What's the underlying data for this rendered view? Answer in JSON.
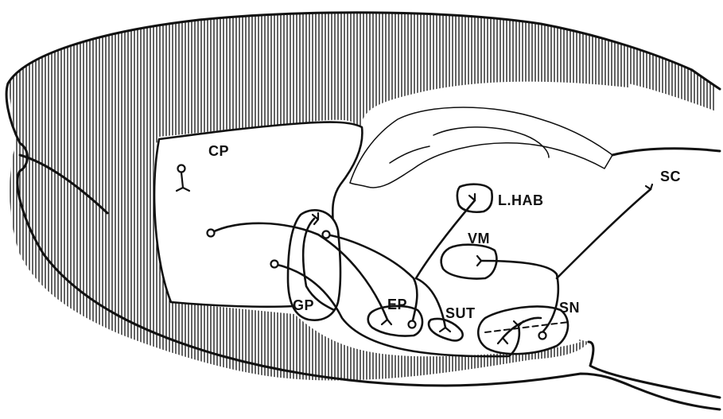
{
  "figure": {
    "labels": {
      "cp": "CP",
      "gp": "GP",
      "ep": "EP",
      "sut": "SUT",
      "sn": "SN",
      "vm": "VM",
      "lhab": "L.HAB",
      "sc": "SC"
    },
    "colors": {
      "ink": "#111111",
      "paper": "#ffffff",
      "hatch": "#111111"
    }
  }
}
